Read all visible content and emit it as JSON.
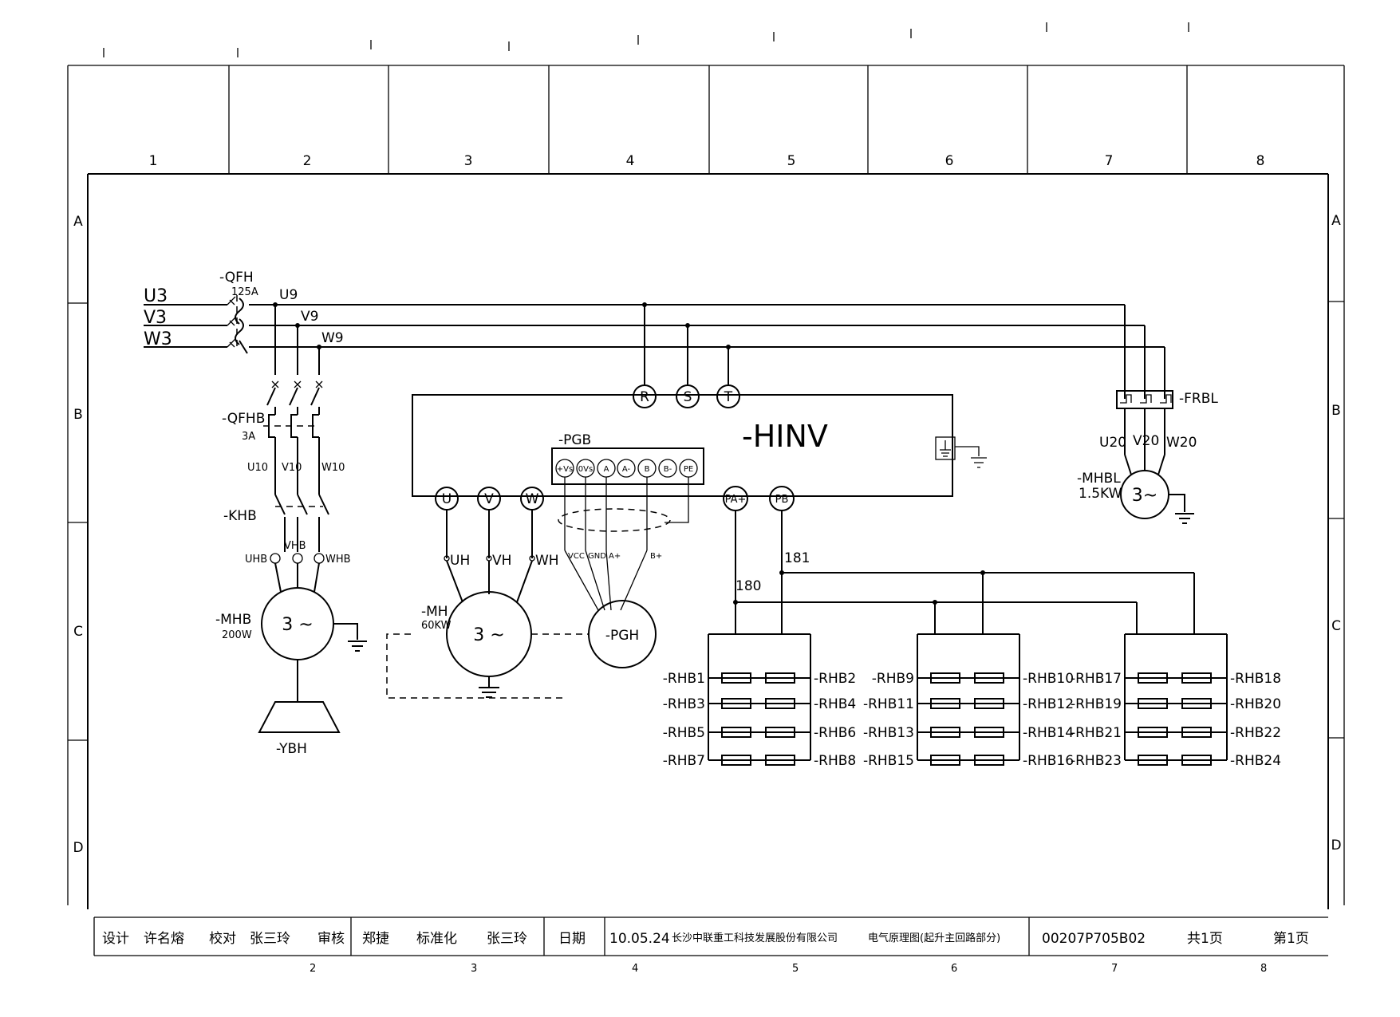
{
  "grid": {
    "columns": [
      "1",
      "2",
      "3",
      "4",
      "5",
      "6",
      "7",
      "8"
    ],
    "rows": [
      "A",
      "B",
      "C",
      "D"
    ]
  },
  "supply": {
    "inputs": [
      "U3",
      "V3",
      "W3"
    ],
    "breaker": "-QFH",
    "breaker_rating": "125A",
    "outputs": [
      "U9",
      "V9",
      "W9"
    ]
  },
  "brake_branch": {
    "breaker": "-QFHB",
    "breaker_rating": "3A",
    "breaker_outputs": [
      "U10",
      "V10",
      "W10"
    ],
    "contactor": "-KHB",
    "contactor_outputs": [
      "UHB",
      "VHB",
      "WHB"
    ],
    "motor": "-MHB",
    "motor_power": "200W",
    "motor_symbol": "3 ~",
    "brake": "-YBH"
  },
  "inverter": {
    "name": "-HINV",
    "inputs": [
      "R",
      "S",
      "T"
    ],
    "outputs": [
      "U",
      "V",
      "W"
    ],
    "dc_terminals": [
      "PA+",
      "PB"
    ],
    "encoder_card": "-PGB",
    "encoder_terminals": [
      "+Vs",
      "0Vs",
      "A",
      "A-",
      "B",
      "B-",
      "PE"
    ],
    "encoder_wires": [
      "VCC",
      "GND",
      "A+",
      "B+"
    ],
    "wire_numbers": [
      "180",
      "181"
    ]
  },
  "main_motor": {
    "name": "-MH",
    "power": "60KW",
    "symbol": "3 ~",
    "leads": [
      "UH",
      "VH",
      "WH"
    ],
    "encoder": "-PGH"
  },
  "fan_branch": {
    "relay": "-FRBL",
    "outputs": [
      "U20",
      "V20",
      "W20"
    ],
    "motor": "-MHBL",
    "motor_power": "1.5KW",
    "motor_symbol": "3~"
  },
  "resistor_groups": [
    {
      "left": [
        "-RHB1",
        "-RHB3",
        "-RHB5",
        "-RHB7"
      ],
      "right": [
        "-RHB2",
        "-RHB4",
        "-RHB6",
        "-RHB8"
      ]
    },
    {
      "left": [
        "-RHB9",
        "-RHB11",
        "-RHB13",
        "-RHB15"
      ],
      "right": [
        "-RHB10",
        "-RHB12",
        "-RHB14",
        "-RHB16"
      ]
    },
    {
      "left": [
        "-RHB17",
        "-RHB19",
        "-RHB21",
        "-RHB23"
      ],
      "right": [
        "-RHB18",
        "-RHB20",
        "-RHB22",
        "-RHB24"
      ]
    }
  ],
  "title_block": {
    "design_label": "设计",
    "designer": "许名熔",
    "check_label": "校对",
    "checker": "张三玲",
    "review_label": "审核",
    "reviewer": "郑捷",
    "standard_label": "标准化",
    "standardizer": "张三玲",
    "date_label": "日期",
    "date": "10.05.24",
    "company": "长沙中联重工科技发展股份有限公司",
    "drawing_title": "电气原理图(起升主回路部分)",
    "drawing_number": "00207P705B02",
    "total_sheets": "共1页",
    "sheet_number": "第1页"
  }
}
